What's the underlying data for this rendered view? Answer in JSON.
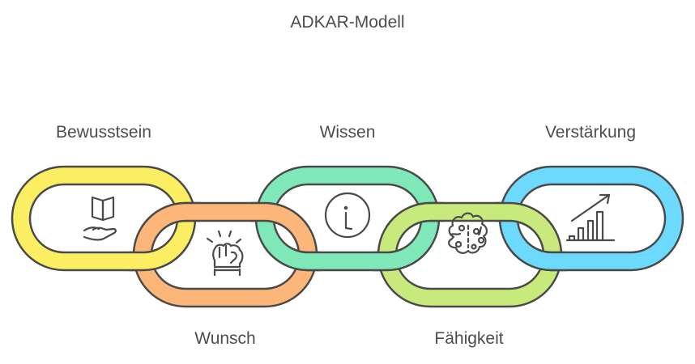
{
  "title": "ADKAR-Modell",
  "colors": {
    "outline": "#4a4a4a",
    "icon": "#4a4a4a"
  },
  "links": [
    {
      "id": "awareness",
      "label": "Bewusstsein",
      "icon": "book-in-hand-icon",
      "color": "#FCEE63",
      "row": "top"
    },
    {
      "id": "desire",
      "label": "Wunsch",
      "icon": "raised-fist-icon",
      "color": "#FDB679",
      "row": "bottom"
    },
    {
      "id": "knowledge",
      "label": "Wissen",
      "icon": "info-circle-icon",
      "color": "#7FE8B8",
      "row": "top"
    },
    {
      "id": "ability",
      "label": "Fähigkeit",
      "icon": "brain-cell-icon",
      "color": "#C8E97B",
      "row": "bottom"
    },
    {
      "id": "reinforcement",
      "label": "Verstärkung",
      "icon": "growth-chart-icon",
      "color": "#6DD9FD",
      "row": "top"
    }
  ]
}
